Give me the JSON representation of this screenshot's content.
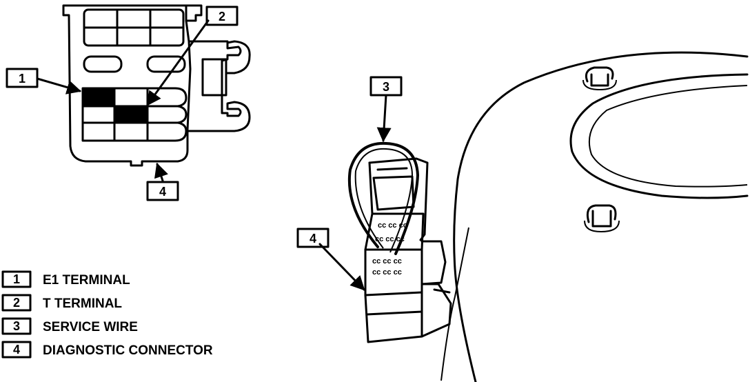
{
  "callouts": [
    "1",
    "2",
    "3",
    "4"
  ],
  "legend": [
    {
      "number": "1",
      "label": "E1 TERMINAL"
    },
    {
      "number": "2",
      "label": "T TERMINAL"
    },
    {
      "number": "3",
      "label": "SERVICE WIRE"
    },
    {
      "number": "4",
      "label": "DIAGNOSTIC CONNECTOR"
    }
  ],
  "colors": {
    "ink": "#000000",
    "paper": "#ffffff"
  }
}
